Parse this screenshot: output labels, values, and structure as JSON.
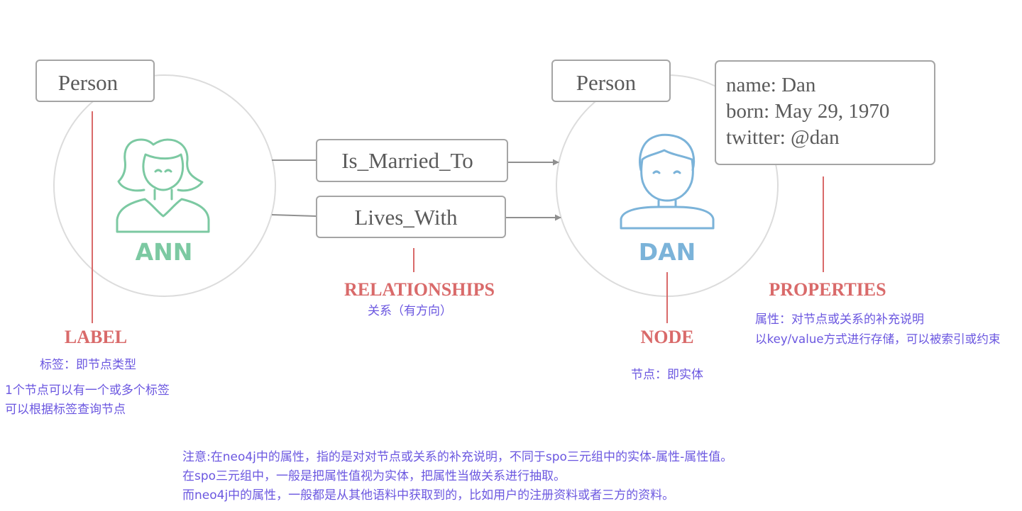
{
  "colors": {
    "node_circle_fill": "#ffffff",
    "node_circle_stroke": "#dcdcdc",
    "box_stroke": "#a5a5a5",
    "box_text": "#5a5a5a",
    "arrow": "#909090",
    "ann": "#7cc9a2",
    "dan": "#7bb3d9",
    "callout": "#d96a6a",
    "note_text": "#6b57e0"
  },
  "icons": {
    "ann": "woman-icon",
    "dan": "man-icon"
  },
  "nodes": {
    "ann": {
      "label": "Person",
      "name": "ANN"
    },
    "dan": {
      "label": "Person",
      "name": "DAN"
    }
  },
  "relationships": [
    {
      "type": "Is_Married_To"
    },
    {
      "type": "Lives_With"
    }
  ],
  "properties": [
    "name: Dan",
    "born: May 29, 1970",
    "twitter: @dan"
  ],
  "callouts": {
    "label": "LABEL",
    "relationships": "RELATIONSHIPS",
    "node": "NODE",
    "properties": "PROPERTIES"
  },
  "notes": {
    "label_type": "标签：即节点类型",
    "label_multi": "1个节点可以有一个或多个标签",
    "label_query": "可以根据标签查询节点",
    "relationship": "关系（有方向）",
    "node": "节点：即实体",
    "properties_1": "属性：对节点或关系的补充说明",
    "properties_2": "以key/value方式进行存储，可以被索引或约束",
    "footer_1": "注意:在neo4j中的属性，指的是对对节点或关系的补充说明，不同于spo三元组中的实体-属性-属性值。",
    "footer_2": "在spo三元组中，一般是把属性值视为实体，把属性当做关系进行抽取。",
    "footer_3": "而neo4j中的属性，一般都是从其他语料中获取到的，比如用户的注册资料或者三方的资料。"
  }
}
